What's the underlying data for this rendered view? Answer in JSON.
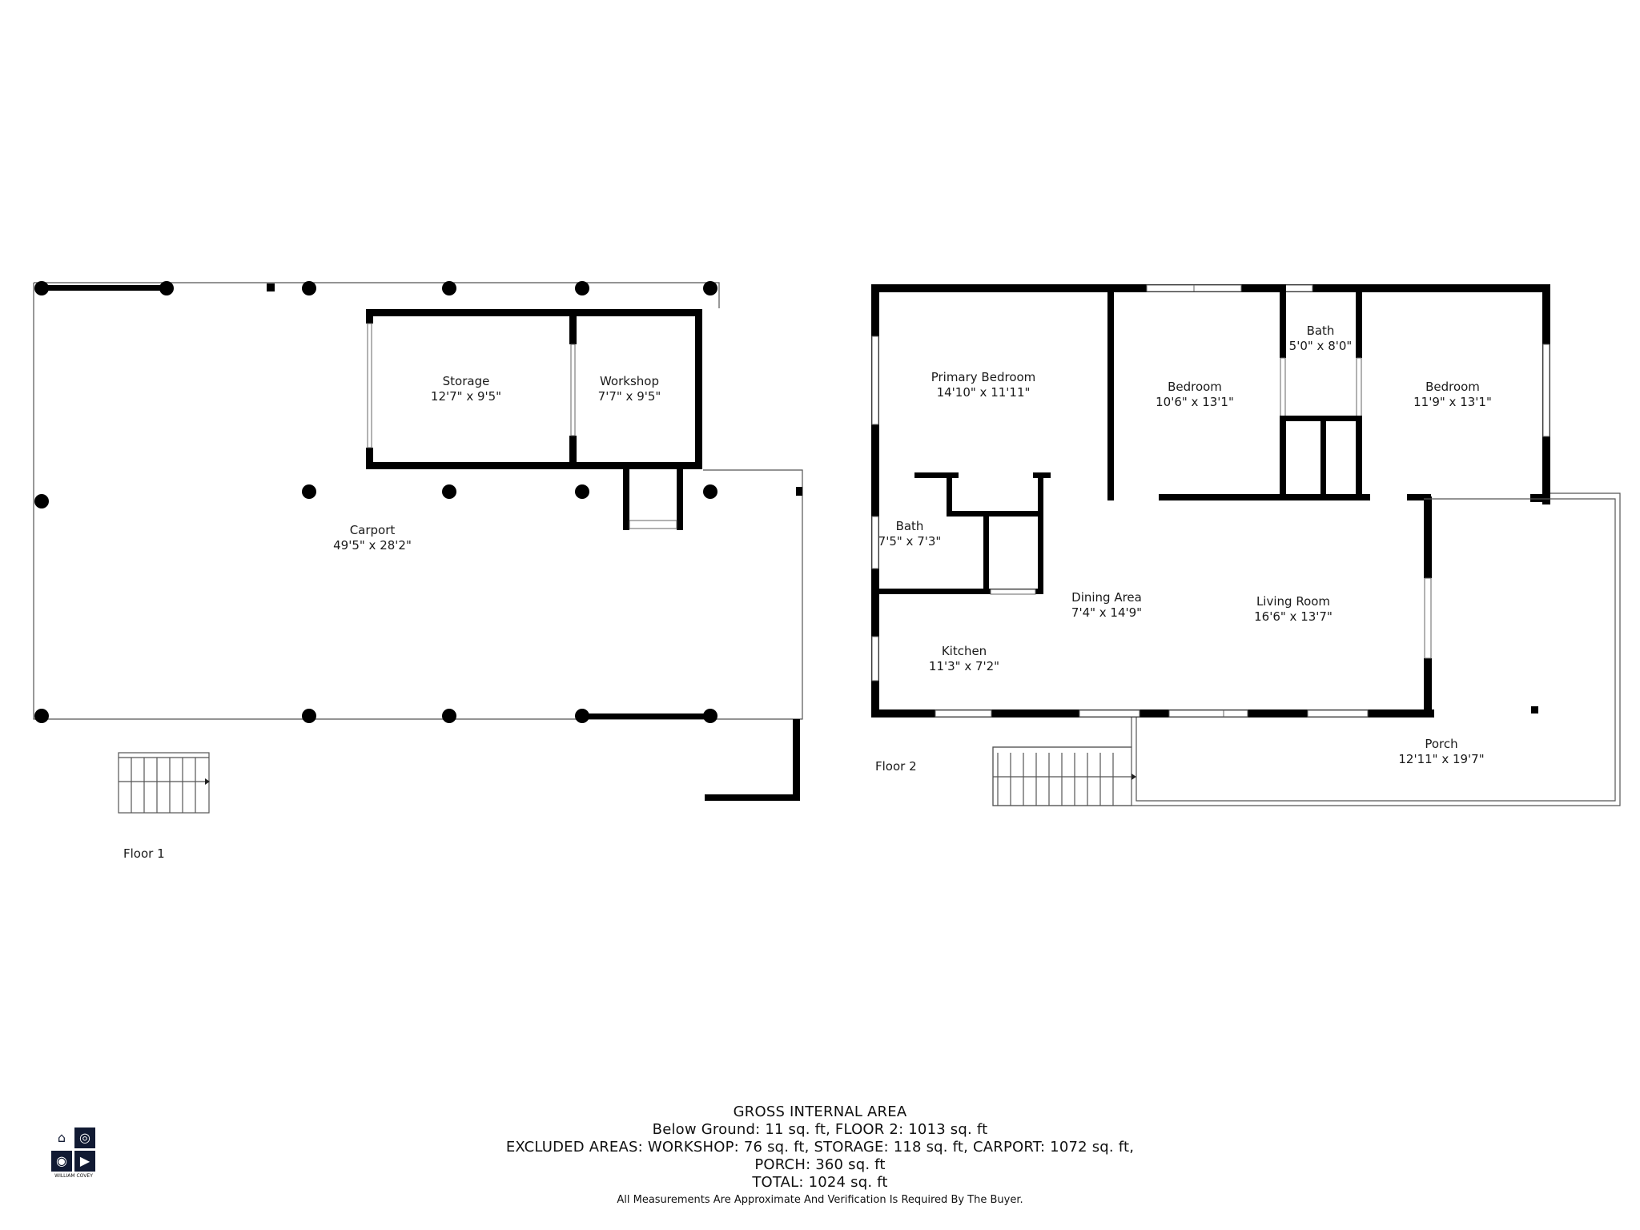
{
  "floor1": {
    "label": "Floor 1",
    "rooms": [
      {
        "id": "carport",
        "name": "Carport",
        "dim": "49'5\" x 28'2\""
      },
      {
        "id": "storage",
        "name": "Storage",
        "dim": "12'7\" x 9'5\""
      },
      {
        "id": "workshop",
        "name": "Workshop",
        "dim": "7'7\" x 9'5\""
      }
    ]
  },
  "floor2": {
    "label": "Floor 2",
    "rooms": [
      {
        "id": "primary-bedroom",
        "name": "Primary Bedroom",
        "dim": "14'10\" x 11'11\""
      },
      {
        "id": "bedroom-1",
        "name": "Bedroom",
        "dim": "10'6\" x 13'1\""
      },
      {
        "id": "bath-upper",
        "name": "Bath",
        "dim": "5'0\" x 8'0\""
      },
      {
        "id": "bedroom-2",
        "name": "Bedroom",
        "dim": "11'9\" x 13'1\""
      },
      {
        "id": "bath-lower",
        "name": "Bath",
        "dim": "7'5\" x 7'3\""
      },
      {
        "id": "dining",
        "name": "Dining Area",
        "dim": "7'4\" x 14'9\""
      },
      {
        "id": "living",
        "name": "Living Room",
        "dim": "16'6\" x 13'7\""
      },
      {
        "id": "kitchen",
        "name": "Kitchen",
        "dim": "11'3\" x 7'2\""
      },
      {
        "id": "porch",
        "name": "Porch",
        "dim": "12'11\" x 19'7\""
      }
    ]
  },
  "footer": {
    "heading": "GROSS INTERNAL AREA",
    "line1": "Below Ground: 11 sq. ft, FLOOR 2: 1013 sq. ft",
    "line2": "EXCLUDED AREAS: WORKSHOP: 76 sq. ft, STORAGE: 118 sq. ft, CARPORT: 1072 sq. ft,",
    "line3": "PORCH: 360 sq. ft",
    "line4": "TOTAL: 1024 sq. ft",
    "note": "All Measurements Are Approximate And Verification Is Required By The Buyer."
  },
  "logo": {
    "caption": "WILLIAM COVEY",
    "icons": [
      "house-icon",
      "compass-icon",
      "camera-icon",
      "play-icon"
    ],
    "brand_color": "#111a33"
  }
}
